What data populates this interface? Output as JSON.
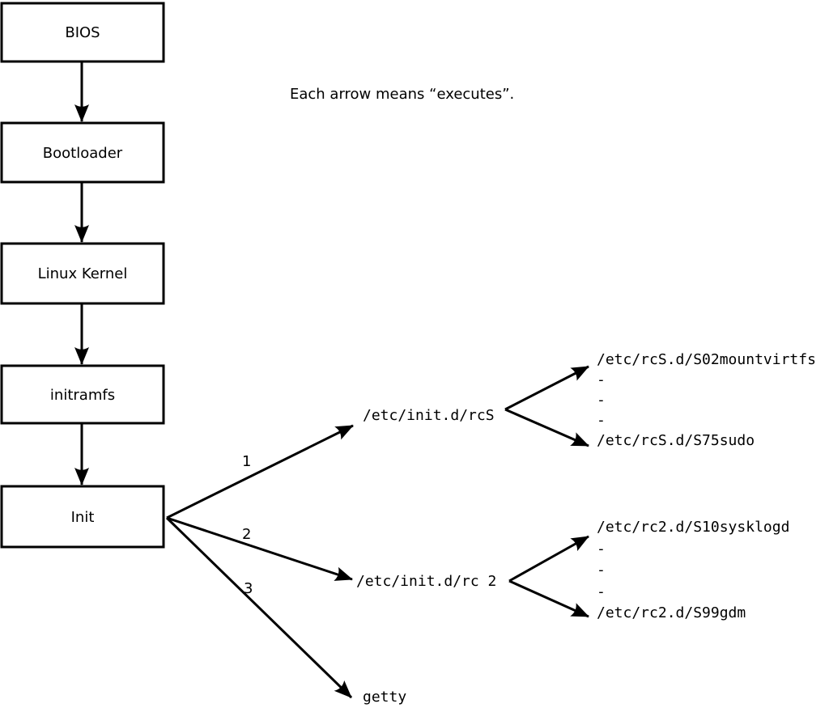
{
  "note": "Each arrow means “executes”.",
  "colors": {
    "background": "#ffffff",
    "line": "#000000",
    "box_fill": "#ffffff",
    "text": "#000000"
  },
  "boot_chain": {
    "boxes": [
      {
        "label": "BIOS"
      },
      {
        "label": "Bootloader"
      },
      {
        "label": "Linux Kernel"
      },
      {
        "label": "initramfs"
      },
      {
        "label": "Init"
      }
    ]
  },
  "init_branches": [
    {
      "number": "1",
      "target": "/etc/init.d/rcS",
      "scripts": [
        "/etc/rcS.d/S02mountvirtfs",
        "-",
        "-",
        "-",
        "/etc/rcS.d/S75sudo"
      ]
    },
    {
      "number": "2",
      "target": "/etc/init.d/rc 2",
      "scripts": [
        "/etc/rc2.d/S10sysklogd",
        "-",
        "-",
        "-",
        "/etc/rc2.d/S99gdm"
      ]
    },
    {
      "number": "3",
      "target": "getty",
      "scripts": []
    }
  ]
}
